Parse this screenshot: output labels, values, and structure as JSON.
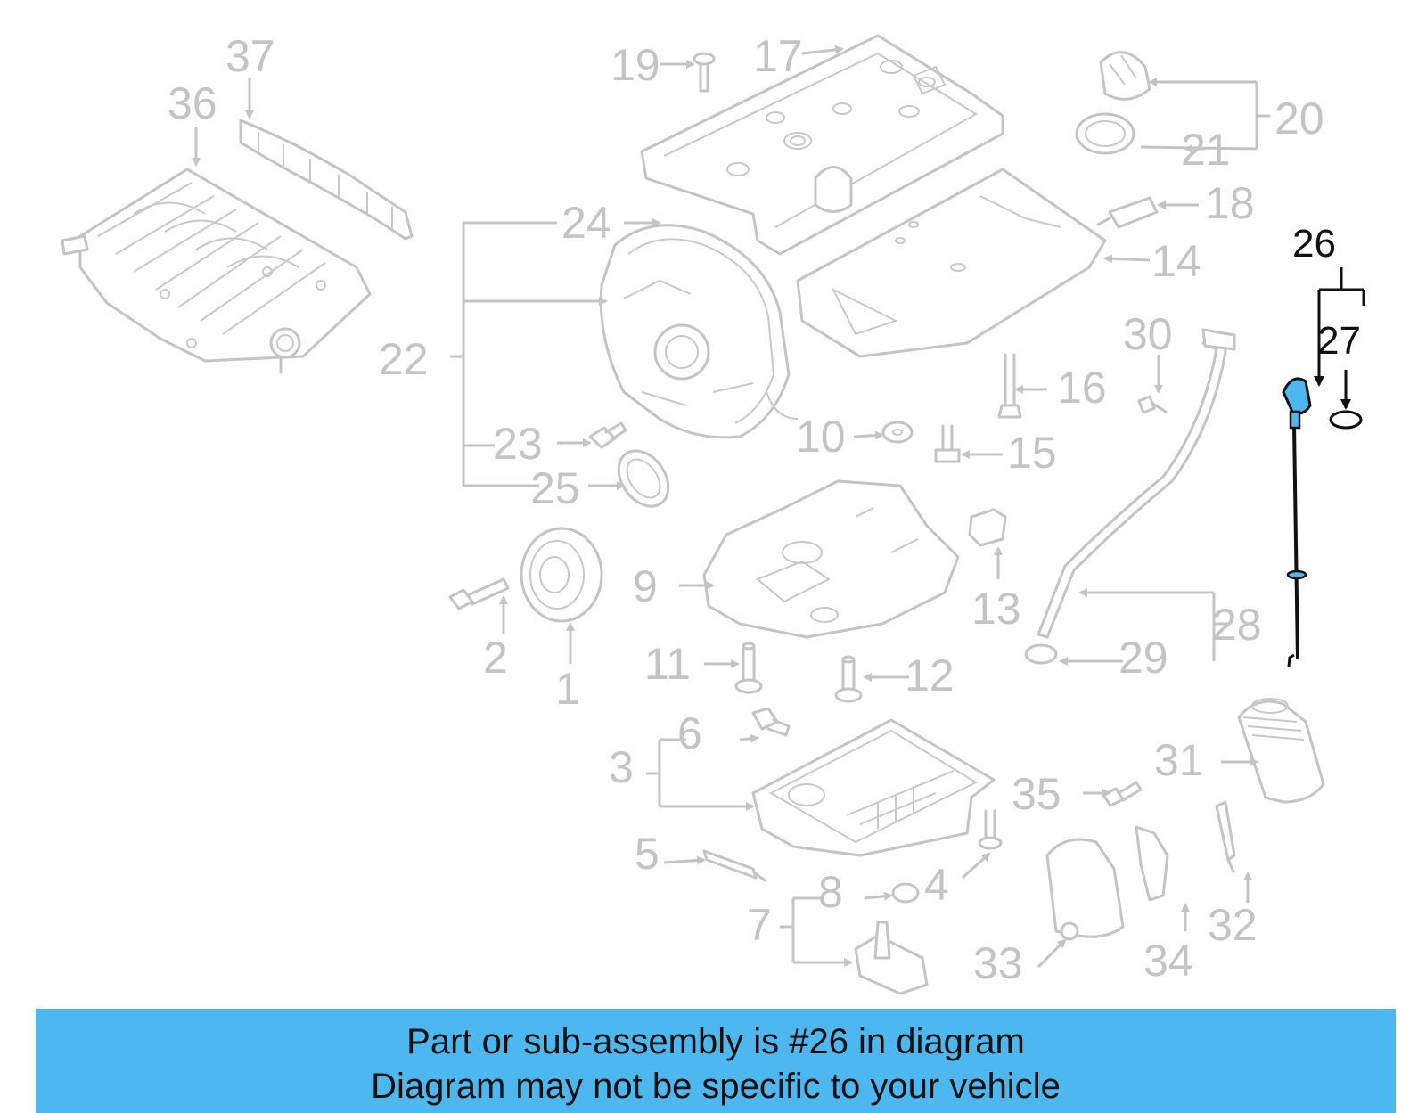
{
  "diagram": {
    "highlighted_part": "26",
    "colors": {
      "faded": "#c4c4c4",
      "highlight_line": "#111111",
      "highlight_fill": "#4db8f0",
      "banner": "#4db8f0"
    },
    "labels": {
      "l1": "1",
      "l2": "2",
      "l3": "3",
      "l4": "4",
      "l5": "5",
      "l6": "6",
      "l7": "7",
      "l8": "8",
      "l9": "9",
      "l10": "10",
      "l11": "11",
      "l12": "12",
      "l13": "13",
      "l14": "14",
      "l15": "15",
      "l16": "16",
      "l17": "17",
      "l18": "18",
      "l19": "19",
      "l20": "20",
      "l21": "21",
      "l22": "22",
      "l23": "23",
      "l24": "24",
      "l25": "25",
      "l26": "26",
      "l27": "27",
      "l28": "28",
      "l29": "29",
      "l30": "30",
      "l31": "31",
      "l32": "32",
      "l33": "33",
      "l34": "34",
      "l35": "35",
      "l36": "36",
      "l37": "37"
    }
  },
  "banner": {
    "line1": "Part or sub-assembly is #26 in diagram",
    "line2": "Diagram may not be specific to your vehicle"
  }
}
